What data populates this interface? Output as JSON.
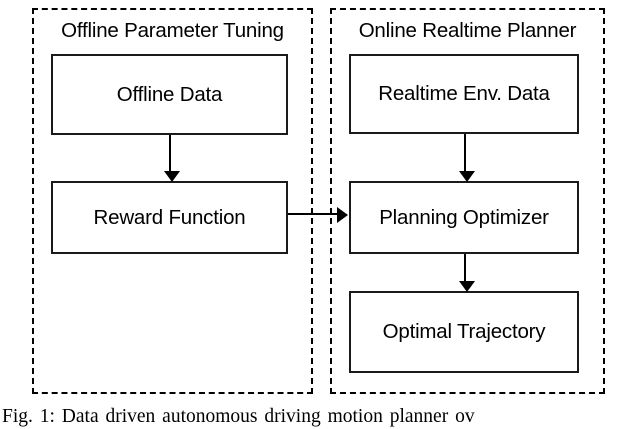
{
  "figure": {
    "caption": "Fig. 1: Data driven autonomous driving motion planner ov",
    "stroke_color": "#000000",
    "box_border_color": "#1a1a1a",
    "background_color": "#ffffff"
  },
  "panels": [
    {
      "id": "offline",
      "title": "Offline Parameter Tuning",
      "nodes": [
        {
          "id": "offline-data",
          "label": "Offline Data"
        },
        {
          "id": "reward-function",
          "label": "Reward Function"
        }
      ]
    },
    {
      "id": "online",
      "title": "Online Realtime Planner",
      "nodes": [
        {
          "id": "realtime-env-data",
          "label": "Realtime Env. Data"
        },
        {
          "id": "planning-optimizer",
          "label": "Planning Optimizer"
        },
        {
          "id": "optimal-trajectory",
          "label": "Optimal Trajectory"
        }
      ]
    }
  ],
  "edges": [
    {
      "id": "offline-to-reward",
      "from": "offline-data",
      "to": "reward-function",
      "direction": "down"
    },
    {
      "id": "env-to-planner",
      "from": "realtime-env-data",
      "to": "planning-optimizer",
      "direction": "down"
    },
    {
      "id": "planner-to-trajectory",
      "from": "planning-optimizer",
      "to": "optimal-trajectory",
      "direction": "down"
    },
    {
      "id": "reward-to-planner",
      "from": "reward-function",
      "to": "planning-optimizer",
      "direction": "right"
    }
  ]
}
